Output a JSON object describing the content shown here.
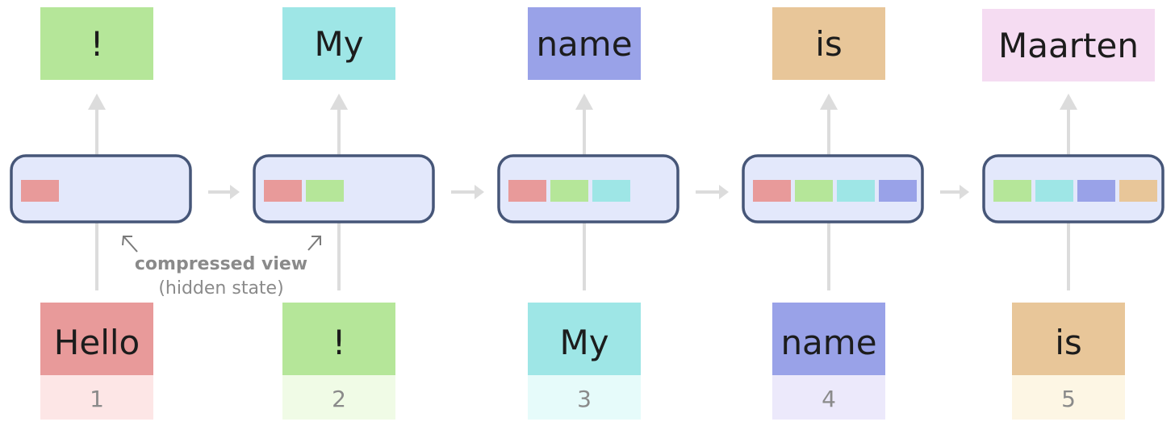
{
  "colors": {
    "Hello": "#e89a9a",
    "!": "#b5e699",
    "My": "#9ee6e6",
    "name": "#99a2e8",
    "is": "#e8c699",
    "Maarten": "#f5dcf2",
    "state_fill": "#e3e8fb",
    "state_border": "#465678",
    "arrow": "#dcdcdc",
    "annotation_text": "#8a8a8a"
  },
  "steps": [
    {
      "input_token": "Hello",
      "input_color": "#e89a9a",
      "position": "1",
      "position_color": "#fde6e6",
      "output_token": "!",
      "output_color": "#b5e699",
      "state_blocks": [
        "#e89a9a"
      ]
    },
    {
      "input_token": "!",
      "input_color": "#b5e699",
      "position": "2",
      "position_color": "#f0fbe6",
      "output_token": "My",
      "output_color": "#9ee6e6",
      "state_blocks": [
        "#e89a9a",
        "#b5e699"
      ]
    },
    {
      "input_token": "My",
      "input_color": "#9ee6e6",
      "position": "3",
      "position_color": "#e6fbfa",
      "output_token": "name",
      "output_color": "#99a2e8",
      "state_blocks": [
        "#e89a9a",
        "#b5e699",
        "#9ee6e6"
      ]
    },
    {
      "input_token": "name",
      "input_color": "#99a2e8",
      "position": "4",
      "position_color": "#ece9fb",
      "output_token": "is",
      "output_color": "#e8c699",
      "state_blocks": [
        "#e89a9a",
        "#b5e699",
        "#9ee6e6",
        "#99a2e8"
      ]
    },
    {
      "input_token": "is",
      "input_color": "#e8c699",
      "position": "5",
      "position_color": "#fdf6e4",
      "output_token": "Maarten",
      "output_color": "#f5dcf2",
      "state_blocks": [
        "#b5e699",
        "#9ee6e6",
        "#99a2e8",
        "#e8c699"
      ]
    }
  ],
  "annotation": {
    "title": "compressed view",
    "subtitle": "(hidden state)"
  }
}
